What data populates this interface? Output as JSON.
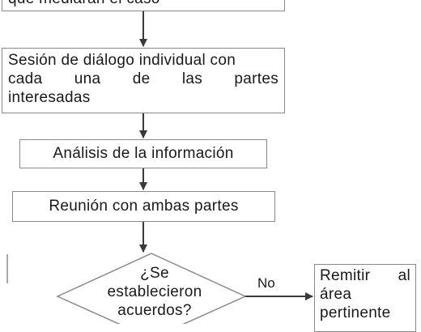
{
  "nodes": {
    "top_box": "que mediarán el caso",
    "dialog_box": {
      "line1": "Sesión de diálogo individual con",
      "line2_words": [
        "cada",
        "una",
        "de",
        "las",
        "partes"
      ],
      "line3": "interesadas"
    },
    "analysis_box": "Análisis de la información",
    "meeting_box": "Reunión con ambas partes",
    "decision": {
      "line1": "¿Se",
      "line2": "establecieron",
      "line3": "acuerdos?"
    },
    "remit_box": {
      "line1_words": [
        "Remitir",
        "al"
      ],
      "line2": "área",
      "line3": "pertinente"
    }
  },
  "edges": {
    "no_label": "No"
  },
  "colors": {
    "border": "#8a8a8a",
    "arrow": "#3a3a3a",
    "text": "#1a1a1a"
  }
}
